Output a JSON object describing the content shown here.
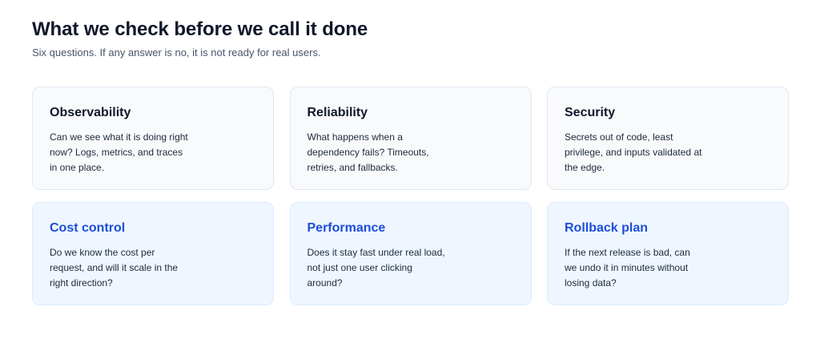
{
  "header": {
    "title": "What we check before we call it done",
    "subtitle": "Six questions. If any answer is no, it is not ready for real users."
  },
  "cards": [
    {
      "title": "Observability",
      "body": "Can we see what it is doing right now? Logs, metrics, and traces in one place.",
      "style": "neutral"
    },
    {
      "title": "Reliability",
      "body": "What happens when a dependency fails? Timeouts, retries, and fallbacks.",
      "style": "neutral"
    },
    {
      "title": "Security",
      "body": "Secrets out of code, least privilege, and inputs validated at the edge.",
      "style": "neutral"
    },
    {
      "title": "Cost control",
      "body": "Do we know the cost per request, and will it scale in the right direction?",
      "style": "accent"
    },
    {
      "title": "Performance",
      "body": "Does it stay fast under real load, not just one user clicking around?",
      "style": "accent"
    },
    {
      "title": "Rollback plan",
      "body": "If the next release is bad, can we undo it in minutes without losing data?",
      "style": "accent"
    }
  ],
  "colors": {
    "title_text": "#0f172a",
    "subtitle_text": "#475569",
    "accent_title": "#1d4ed8",
    "neutral_card_bg": "#f8fafc",
    "accent_card_bg": "#eff6ff"
  }
}
